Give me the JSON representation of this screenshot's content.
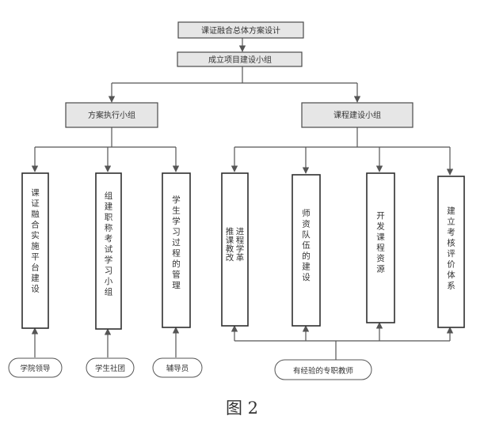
{
  "nodes": {
    "root": "课证融合总体方案设计",
    "project_team": "成立项目建设小组",
    "plan_team": "方案执行小组",
    "course_team": "课程建设小组",
    "plan_children": [
      "课证融合实施平台建设",
      "组建职称考试学习小组",
      "学生学习过程的管理"
    ],
    "course_children": [
      "推进课程教学改革",
      "师资队伍的建设",
      "开发课程资源",
      "建立考核评价体系"
    ],
    "supports": [
      "学院领导",
      "学生社团",
      "辅导员"
    ],
    "course_support": "有经验的专职教师"
  },
  "caption": "图 2"
}
